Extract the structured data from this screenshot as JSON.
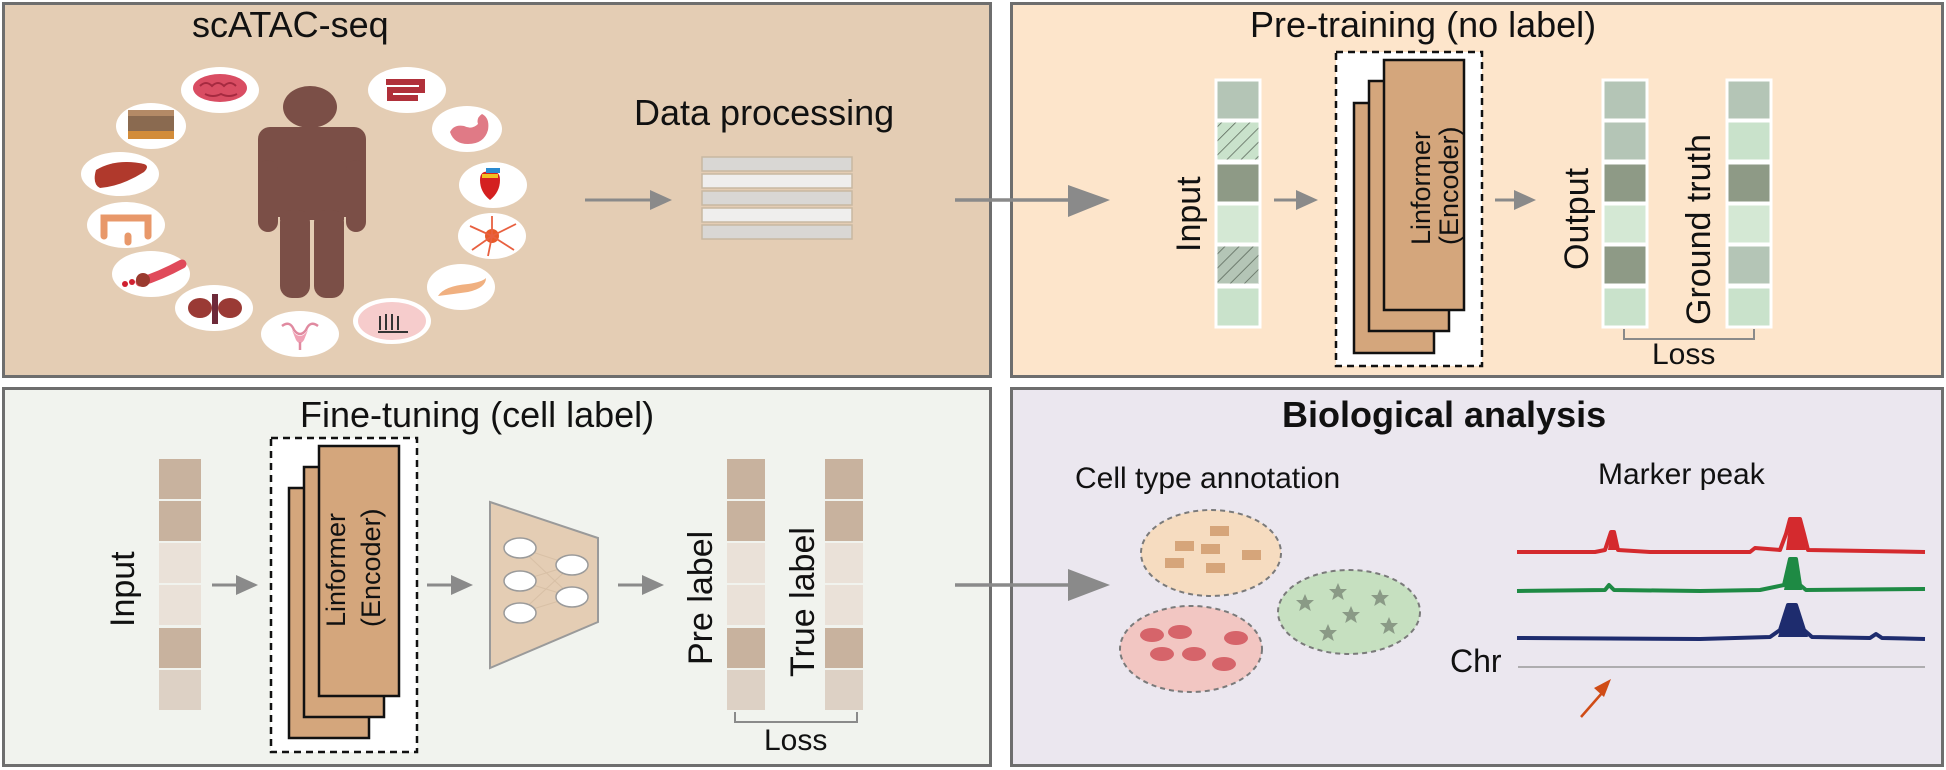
{
  "panels": {
    "scatac": {
      "title": "scATAC-seq",
      "step_label": "Data processing",
      "organs": [
        "brain",
        "adipose-tissue",
        "liver",
        "colon",
        "artery",
        "kidney",
        "uterus",
        "hands-skin",
        "pancreas",
        "neuron",
        "heart",
        "stomach",
        "small-intestine"
      ]
    },
    "pretraining": {
      "title": "Pre-training (no label)",
      "input_label": "Input",
      "encoder_label_1": "Linformer",
      "encoder_label_2": "(Encoder)",
      "output_label": "Output",
      "truth_label": "Ground truth",
      "loss_label": "Loss"
    },
    "finetuning": {
      "title": "Fine-tuning (cell label)",
      "input_label": "Input",
      "encoder_label_1": "Linformer",
      "encoder_label_2": "(Encoder)",
      "pred_label": "Pre label",
      "true_label": "True label",
      "loss_label": "Loss"
    },
    "analysis": {
      "title": "Biological analysis",
      "annotation_label": "Cell type annotation",
      "marker_label": "Marker peak",
      "chr_label": "Chr"
    }
  },
  "colors": {
    "panel1_bg": "#e4cdb4",
    "panel2_bg": "#fde5cb",
    "panel3_bg": "#f1f3ee",
    "panel4_bg": "#ebe7ef",
    "encoder_fill": "#d4a67c",
    "human": "#7b4f47",
    "arrow": "#8a8a8a",
    "track_red": "#d42a2e",
    "track_green": "#1e8a44",
    "track_blue": "#1e2c6e",
    "pointer_arrow": "#d04c16"
  }
}
